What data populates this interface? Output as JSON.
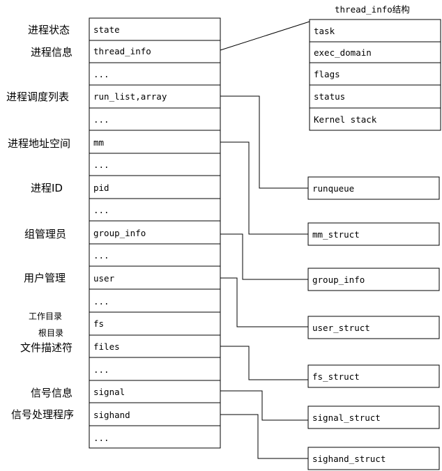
{
  "task_struct": {
    "rows": [
      {
        "text": "state"
      },
      {
        "text": "thread_info"
      },
      {
        "text": "..."
      },
      {
        "text": "run_list,array"
      },
      {
        "text": "..."
      },
      {
        "text": "mm"
      },
      {
        "text": "..."
      },
      {
        "text": "pid"
      },
      {
        "text": "..."
      },
      {
        "text": "group_info"
      },
      {
        "text": "..."
      },
      {
        "text": "user"
      },
      {
        "text": "..."
      },
      {
        "text": "fs"
      },
      {
        "text": "files"
      },
      {
        "text": "..."
      },
      {
        "text": "signal"
      },
      {
        "text": "sighand"
      },
      {
        "text": "..."
      }
    ]
  },
  "left_labels": [
    {
      "text": "进程状态"
    },
    {
      "text": "进程信息"
    },
    {
      "text": "进程调度列表"
    },
    {
      "text": "进程地址空间"
    },
    {
      "text": "进程ID"
    },
    {
      "text": "组管理员"
    },
    {
      "text": "用户管理"
    },
    {
      "text": "工作目录"
    },
    {
      "text": "根目录"
    },
    {
      "text": "文件描述符"
    },
    {
      "text": "信号信息"
    },
    {
      "text": "信号处理程序"
    }
  ],
  "thread_info": {
    "title": "thread_info结构",
    "rows": [
      {
        "text": "task"
      },
      {
        "text": "exec_domain"
      },
      {
        "text": "flags"
      },
      {
        "text": "status"
      },
      {
        "text": "Kernel stack"
      }
    ]
  },
  "targets": [
    {
      "text": "runqueue"
    },
    {
      "text": "mm_struct"
    },
    {
      "text": "group_info"
    },
    {
      "text": "user_struct"
    },
    {
      "text": "fs_struct"
    },
    {
      "text": "signal_struct"
    },
    {
      "text": "sighand_struct"
    }
  ]
}
